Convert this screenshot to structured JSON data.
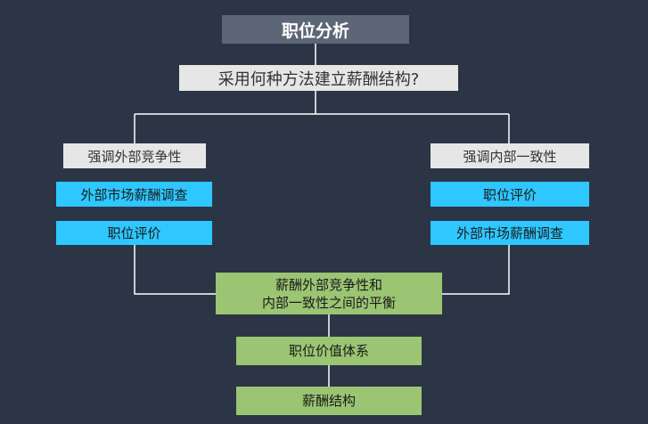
{
  "title": "职位分析",
  "question": "采用何种方法建立薪酬结构?",
  "left_branch": {
    "heading": "强调外部竞争性",
    "steps": [
      "外部市场薪酬调查",
      "职位评价"
    ]
  },
  "right_branch": {
    "heading": "强调内部一致性",
    "steps": [
      "职位评价",
      "外部市场薪酬调查"
    ]
  },
  "balance": {
    "line1": "薪酬外部竞争性和",
    "line2": "内部一致性之间的平衡"
  },
  "job_value_system": "职位价值体系",
  "pay_structure": "薪酬结构",
  "colors": {
    "background": "#2b3546",
    "title_fill": "#5d6677",
    "grey_fill": "#e6e6e6",
    "cyan_fill": "#2ec7ff",
    "green_fill": "#9bc573",
    "connector": "#ffffff"
  }
}
